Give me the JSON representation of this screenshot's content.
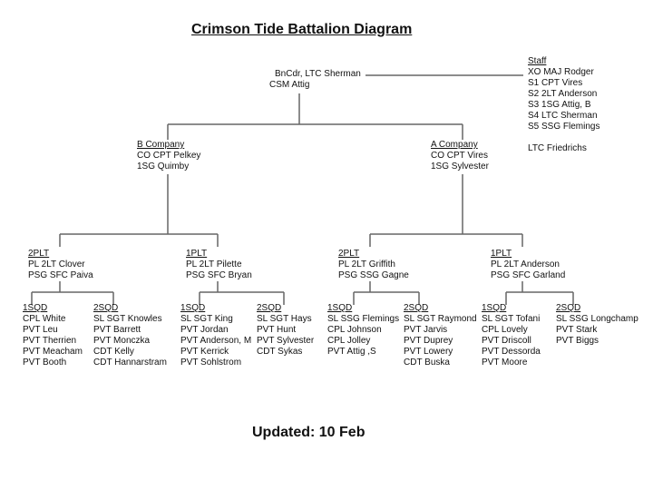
{
  "title": "Crimson Tide Battalion Diagram",
  "updated": "Updated: 10 Feb",
  "bn": {
    "line1": "BnCdr, LTC Sherman",
    "line2": "CSM Attig"
  },
  "staff": {
    "heading": "Staff",
    "members": [
      "XO MAJ Rodger",
      "S1 CPT Vires",
      "S2 2LT Anderson",
      "S3 1SG Attig, B",
      "S4  LTC Sherman",
      "S5 SSG Flemings"
    ],
    "extra": "LTC Friedrichs"
  },
  "companies": [
    {
      "name": "B Company",
      "co": "CO CPT Pelkey",
      "fsg": "1SG Quimby",
      "platoons": [
        {
          "name": "2PLT",
          "pl": "PL  2LT Clover",
          "psg": "PSG SFC Paiva",
          "squads": [
            {
              "name": "1SQD",
              "members": [
                "CPL White",
                "PVT Leu",
                "PVT Therrien",
                "PVT Meacham",
                "PVT Booth"
              ]
            },
            {
              "name": "2SQD",
              "members": [
                "SL SGT Knowles",
                "PVT Barrett",
                "PVT Monczka",
                "CDT Kelly",
                "CDT Hannarstram"
              ]
            }
          ]
        },
        {
          "name": "1PLT",
          "pl": "PL  2LT Pilette",
          "psg": "PSG SFC Bryan",
          "squads": [
            {
              "name": "1SQD",
              "members": [
                "SL SGT King",
                "PVT Jordan",
                "PVT Anderson, M",
                "PVT Kerrick",
                "PVT Sohlstrom"
              ]
            },
            {
              "name": "2SQD",
              "members": [
                "SL SGT Hays",
                "PVT Hunt",
                "PVT Sylvester",
                "CDT Sykas"
              ]
            }
          ]
        }
      ]
    },
    {
      "name": "A Company",
      "co": "CO CPT Vires",
      "fsg": "1SG Sylvester",
      "platoons": [
        {
          "name": "2PLT",
          "pl": "PL  2LT Griffith",
          "psg": "PSG SSG Gagne",
          "squads": [
            {
              "name": "1SQD",
              "members": [
                "SL SSG Flemings",
                "CPL Johnson",
                "CPL Jolley",
                "PVT Attig ,S"
              ]
            },
            {
              "name": "2SQD",
              "members": [
                "SL SGT Raymond",
                "PVT Jarvis",
                "PVT Duprey",
                "PVT Lowery",
                "CDT Buska"
              ]
            }
          ]
        },
        {
          "name": "1PLT",
          "pl": "PL 2LT Anderson",
          "psg": "PSG SFC Garland",
          "squads": [
            {
              "name": "1SQD",
              "members": [
                "SL SGT Tofani",
                "CPL Lovely",
                "PVT Driscoll",
                "PVT Dessorda",
                "PVT Moore"
              ]
            },
            {
              "name": "2SQD",
              "members": [
                "SL SSG Longchamp",
                "PVT Stark",
                "PVT Biggs"
              ]
            }
          ]
        }
      ]
    }
  ]
}
